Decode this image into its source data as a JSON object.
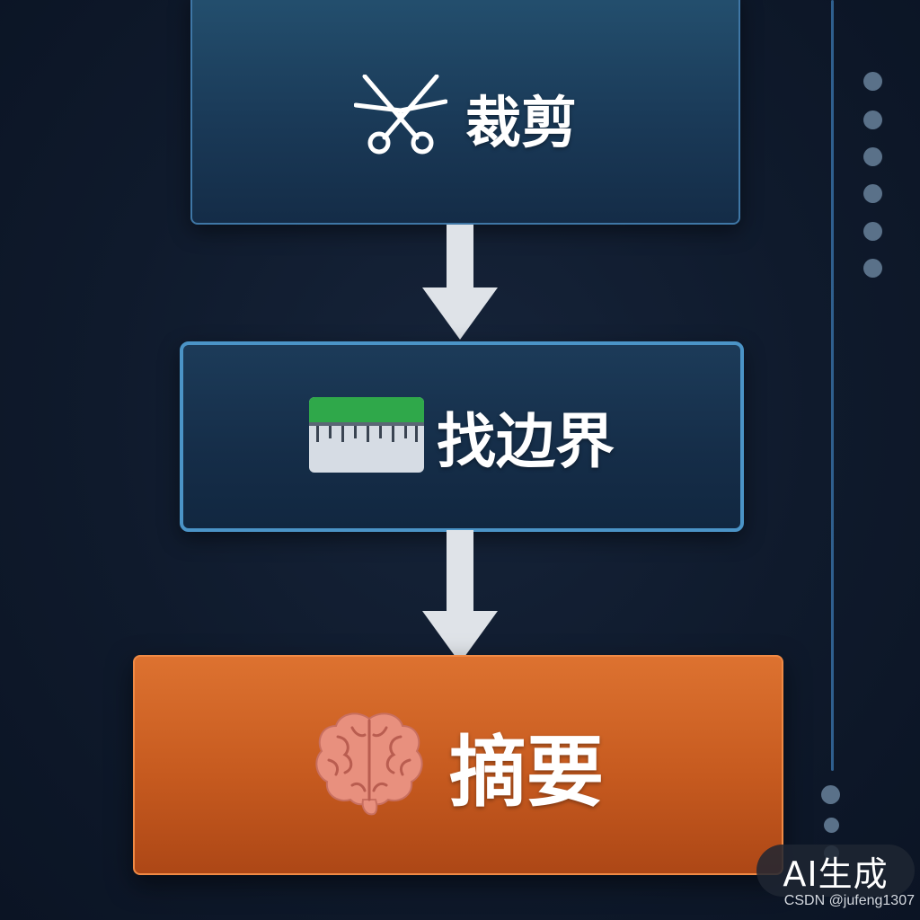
{
  "flow": {
    "steps": [
      {
        "label": "裁剪",
        "icon": "scissors-icon"
      },
      {
        "label": "找边界",
        "icon": "ruler-icon"
      },
      {
        "label": "摘要",
        "icon": "brain-icon"
      }
    ]
  },
  "watermark": {
    "title": "AI生成",
    "credit": "CSDN @jufeng1307"
  },
  "colors": {
    "background": "#0f1a2c",
    "step_box": "#1a3a58",
    "step_border": "#4b94c7",
    "summary_box": "#c65a1f",
    "arrow": "#dfe3e8",
    "ruler_green": "#2fa84a",
    "brain": "#e8907e"
  }
}
